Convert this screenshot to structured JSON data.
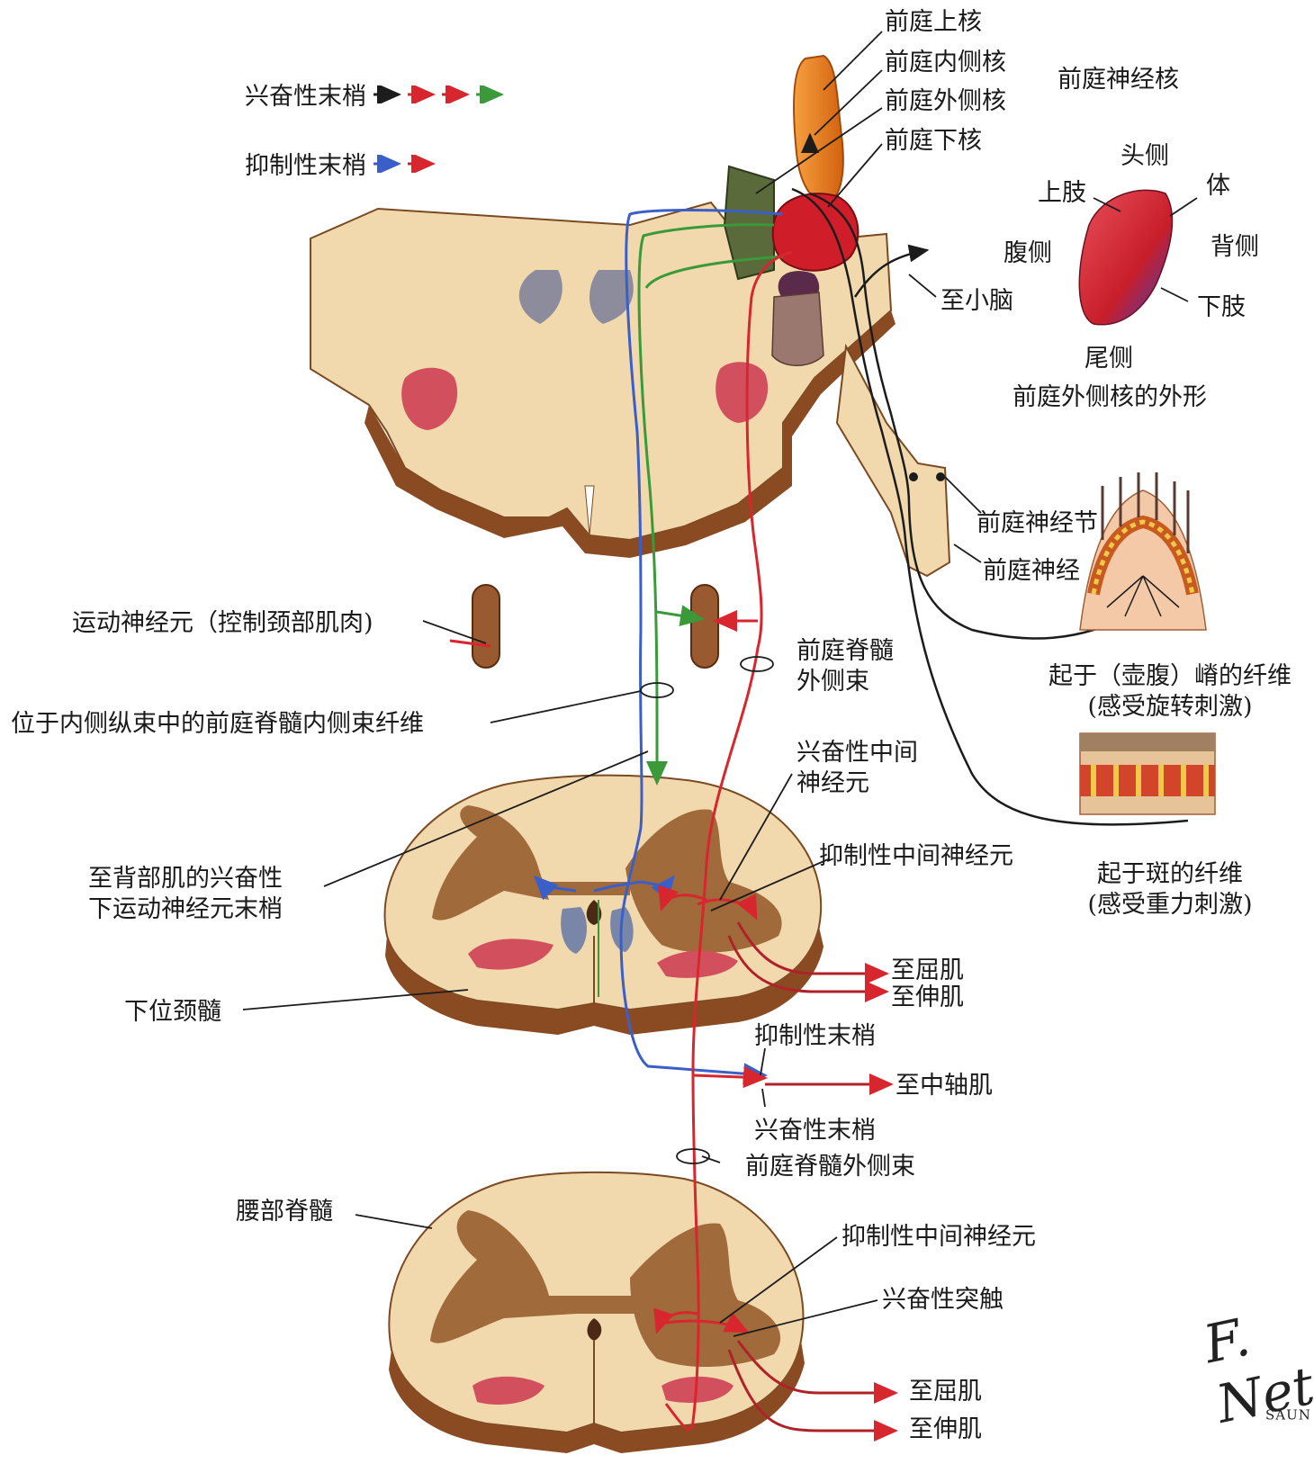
{
  "legend": {
    "excitatory": {
      "label": "兴奋性末梢",
      "colors": [
        "#222222",
        "#d8262e",
        "#c0262e",
        "#3a9a3a"
      ]
    },
    "inhibitory": {
      "label": "抑制性末梢",
      "colors": [
        "#3a5fc8",
        "#c0262e"
      ]
    }
  },
  "nuclei": {
    "title": "前庭神经核",
    "superior": "前庭上核",
    "medial": "前庭内侧核",
    "lateral": "前庭外侧核",
    "inferior": "前庭下核",
    "to_cerebellum": "至小脑"
  },
  "lateral_shape": {
    "rostral": "头侧",
    "upper_limb": "上肢",
    "trunk": "体",
    "ventral": "腹侧",
    "dorsal": "背侧",
    "lower_limb": "下肢",
    "caudal": "尾侧",
    "caption": "前庭外侧核的外形"
  },
  "nerve": {
    "ganglion": "前庭神经节",
    "nerve": "前庭神经",
    "ampulla_line1": "起于（壶腹）嵴的纤维",
    "ampulla_line2": "(感受旋转刺激)",
    "macula_line1": "起于斑的纤维",
    "macula_line2": "(感受重力刺激)"
  },
  "left_labels": {
    "motor_neuron": "运动神经元（控制颈部肌肉)",
    "medial_tract": "位于内侧纵束中的前庭脊髓内侧束纤维",
    "dorsal_line1": "至背部肌的兴奋性",
    "dorsal_line2": "下运动神经元末梢",
    "lower_cervical": "下位颈髓",
    "lumbar": "腰部脊髓"
  },
  "cervical_labels": {
    "lateral_tract_line1": "前庭脊髓",
    "lateral_tract_line2": "外侧束",
    "exc_inter_line1": "兴奋性中间",
    "exc_inter_line2": "神经元",
    "inh_inter": "抑制性中间神经元",
    "flexor": "至屈肌",
    "extensor": "至伸肌",
    "inh_terminal": "抑制性末梢",
    "axial": "至中轴肌",
    "exc_terminal": "兴奋性末梢",
    "lateral_tract": "前庭脊髓外侧束"
  },
  "lumbar_labels": {
    "inh_inter": "抑制性中间神经元",
    "exc_synapse": "兴奋性突触",
    "flexor": "至屈肌",
    "extensor": "至伸肌"
  },
  "signature": {
    "name": "F. Netter",
    "publisher": "SAUN"
  }
}
